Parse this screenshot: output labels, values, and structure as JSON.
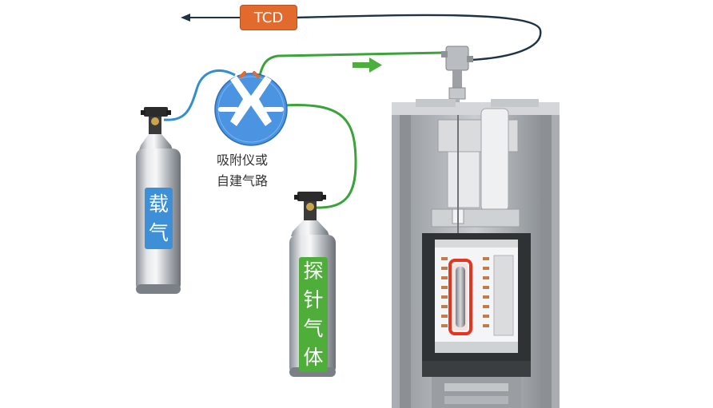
{
  "detector": {
    "label": "TCD"
  },
  "valve": {
    "label_lines": [
      "吸附仪或",
      "自建气路"
    ]
  },
  "cylinders": {
    "carrier": {
      "label_chars": [
        "载",
        "气"
      ],
      "color": "#3d8fd8"
    },
    "probe": {
      "label_chars": [
        "探",
        "针",
        "气",
        "体"
      ],
      "color": "#4fae3a"
    }
  },
  "colors": {
    "blue_line": "#2f8fcf",
    "green_line": "#3aa33a",
    "dark_line": "#1e3347",
    "tcd_box": "#e26a2c",
    "flow_arrow": "#4cae3c",
    "heater_highlight": "#e8341c"
  }
}
